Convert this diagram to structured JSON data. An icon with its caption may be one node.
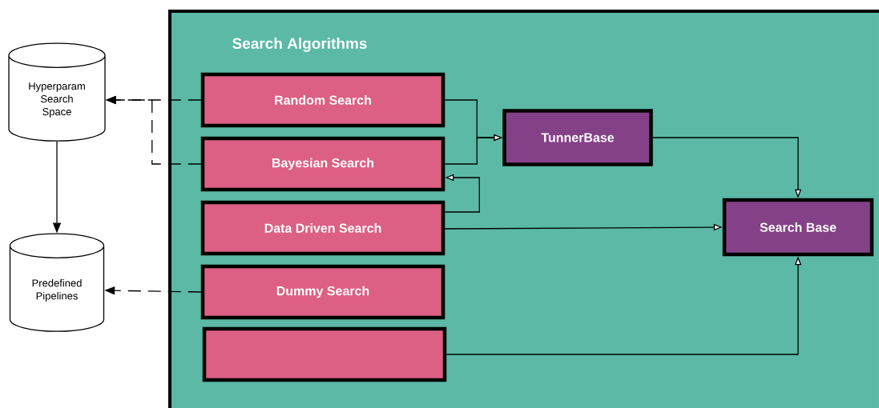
{
  "diagram": {
    "nodes": [
      {
        "text": [
          "Search Algorithms"
        ]
      },
      {
        "text": [
          "Random Search"
        ],
        "in": 0
      },
      {
        "text": [
          "Bayesian Search"
        ],
        "in": 0
      },
      {
        "text": [
          "Data Driven Search"
        ],
        "in": 0
      },
      {
        "text": [
          "Dummy Search"
        ],
        "in": 0
      },
      {
        "text": [],
        "shape": "box",
        "in": 0
      },
      {
        "text": [
          "TunnerBase"
        ],
        "in": 0
      },
      {
        "text": [
          "Search Base"
        ],
        "in": 0
      },
      {
        "text": [
          "Hyperparam Search Space"
        ]
      },
      {
        "text": [
          "Predefined Pipelines"
        ]
      }
    ],
    "edges": [
      {
        "from": 1,
        "to": 6,
        "arrow": "to"
      },
      {
        "from": 2,
        "to": 6,
        "arrow": "to"
      },
      {
        "from": 3,
        "to": 2,
        "arrow": "to"
      },
      {
        "from": 6,
        "to": 7,
        "arrow": "to"
      },
      {
        "from": 3,
        "to": 7,
        "arrow": "to"
      },
      {
        "from": 5,
        "to": 7,
        "arrow": "to"
      },
      {
        "from": 1,
        "to": 8,
        "arrow": "to",
        "style": "dashed"
      },
      {
        "from": 2,
        "to": 8,
        "arrow": "to",
        "style": "dashed"
      },
      {
        "from": 4,
        "to": 9,
        "arrow": "to",
        "style": "dashed"
      },
      {
        "from": 8,
        "to": 9,
        "arrow": "to"
      }
    ]
  }
}
